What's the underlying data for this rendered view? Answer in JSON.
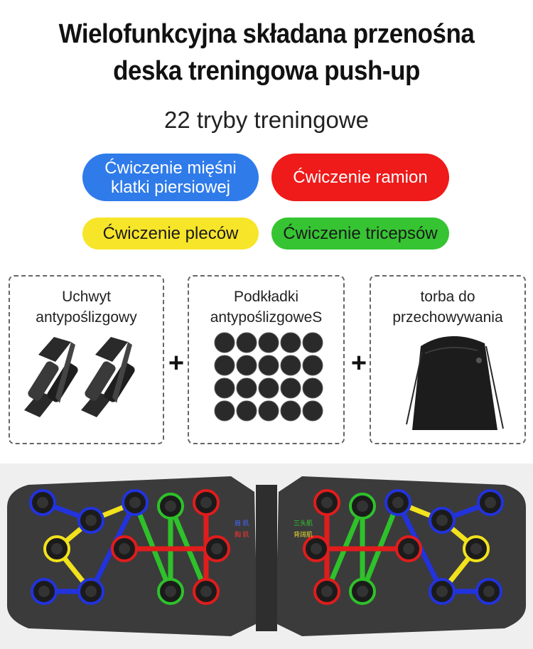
{
  "header": {
    "title_line1": "Wielofunkcyjna składana przenośna",
    "title_line2": "deska treningowa push-up",
    "subtitle": "22 tryby treningowe"
  },
  "modes": [
    {
      "line1": "Ćwiczenie mięśni",
      "line2": "klatki piersiowej",
      "color": "#2f7bea",
      "text_color": "#ffffff"
    },
    {
      "line1": "Ćwiczenie ramion",
      "line2": "",
      "color": "#ef1a1a",
      "text_color": "#ffffff"
    },
    {
      "line1": "Ćwiczenie pleców",
      "line2": "",
      "color": "#f7e52a",
      "text_color": "#1a1a1a"
    },
    {
      "line1": "Ćwiczenie tricepsów",
      "line2": "",
      "color": "#36c433",
      "text_color": "#1a1a1a"
    }
  ],
  "accessories": [
    {
      "line1": "Uchwyt",
      "line2": "antypoślizgowy",
      "icon": "handle-icon"
    },
    {
      "line1": "Podkładki",
      "line2": "antypoślizgoweS",
      "icon": "pads-icon"
    },
    {
      "line1": "torba do",
      "line2": "przechowywania",
      "icon": "bag-icon"
    }
  ],
  "plus_sign": "+",
  "board_legend": [
    {
      "text": "肩 肌",
      "color": "#2244dd"
    },
    {
      "text": "三头肌",
      "color": "#22aa22"
    },
    {
      "text": "胸 肌",
      "color": "#dd2222"
    },
    {
      "text": "背阔肌",
      "color": "#ddcc22"
    }
  ],
  "colors": {
    "blue": "#2233dd",
    "red": "#e01c1c",
    "green": "#2ec12a",
    "yellow": "#f2e21c"
  }
}
